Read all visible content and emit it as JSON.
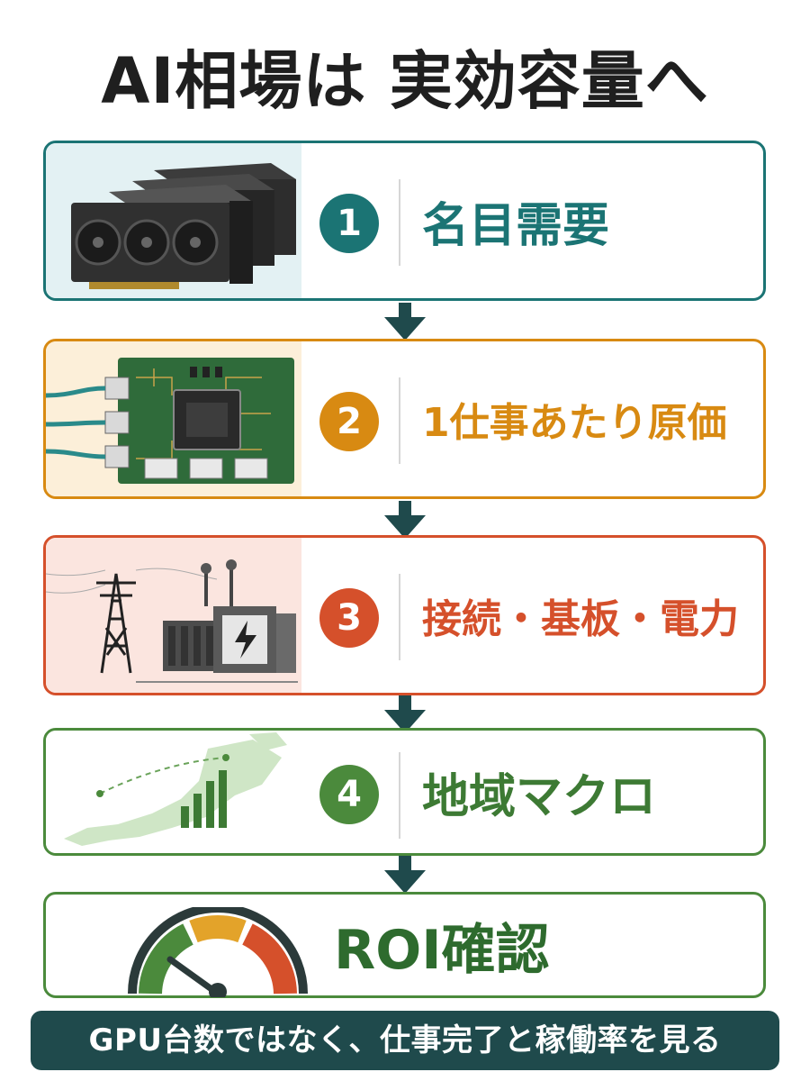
{
  "title": "AI相場は 実効容量へ",
  "steps": [
    {
      "number": "1",
      "label": "名目需要",
      "color": "#1b7474",
      "tint": "#e3f1f3"
    },
    {
      "number": "2",
      "label": "1仕事あたり原価",
      "color": "#d88a12",
      "tint": "#fcefd9"
    },
    {
      "number": "3",
      "label": "接続・基板・電力",
      "color": "#d5502b",
      "tint": "#fbe5df"
    },
    {
      "number": "4",
      "label": "地域マクロ",
      "color": "#4b8a3c",
      "tint": "#eaf3e6"
    }
  ],
  "result": {
    "label": "ROI確認",
    "color": "#2e6b2e"
  },
  "banner": {
    "text": "GPU台数ではなく、仕事完了と稼働率を見る",
    "color": "#1f4a4c"
  },
  "arrow_color": "#1f4a4c"
}
